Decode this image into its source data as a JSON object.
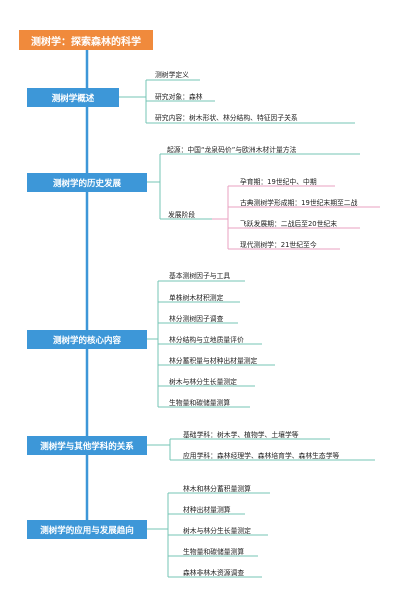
{
  "root": {
    "label": "测树学：探索森林的科学"
  },
  "colors": {
    "root": "#f08a3c",
    "topic": "#3d97d8",
    "line_main": "#3d97d8",
    "line_leaf": "#74c4b6",
    "line_pink": "#e9a0c0"
  },
  "topics": [
    {
      "label": "测树学概述",
      "items": [
        {
          "label": "测树学定义"
        },
        {
          "label": "研究对象：森林"
        },
        {
          "label": "研究内容：树木形状、林分结构、特征因子关系"
        }
      ]
    },
    {
      "label": "测树学的历史发展",
      "items": [
        {
          "label": "起源：中国“龙泉码价”与欧洲木材计量方法"
        },
        {
          "label": "发展阶段",
          "children": [
            {
              "label": "孕育期：19世纪中、中期"
            },
            {
              "label": "古典测树学形成期：19世纪末期至二战"
            },
            {
              "label": "飞跃发展期：二战后至20世纪末"
            },
            {
              "label": "现代测树学：21世纪至今"
            }
          ]
        }
      ]
    },
    {
      "label": "测树学的核心内容",
      "items": [
        {
          "label": "基本测树因子与工具"
        },
        {
          "label": "单株树木材积测定"
        },
        {
          "label": "林分测树因子调查"
        },
        {
          "label": "林分结构与立地质量评价"
        },
        {
          "label": "林分蓄积量与材种出材量测定"
        },
        {
          "label": "树木与林分生长量测定"
        },
        {
          "label": "生物量和碳储量测算"
        }
      ]
    },
    {
      "label": "测树学与其他学科的关系",
      "items": [
        {
          "label": "基础学科：树木学、植物学、土壤学等"
        },
        {
          "label": "应用学科：森林经理学、森林培育学、森林生态学等"
        }
      ]
    },
    {
      "label": "测树学的应用与发展趋向",
      "items": [
        {
          "label": "林木和林分蓄积量测算"
        },
        {
          "label": "材种出材量测算"
        },
        {
          "label": "树木与林分生长量测定"
        },
        {
          "label": "生物量和碳储量测算"
        },
        {
          "label": "森林非林木资源调查"
        }
      ]
    }
  ]
}
